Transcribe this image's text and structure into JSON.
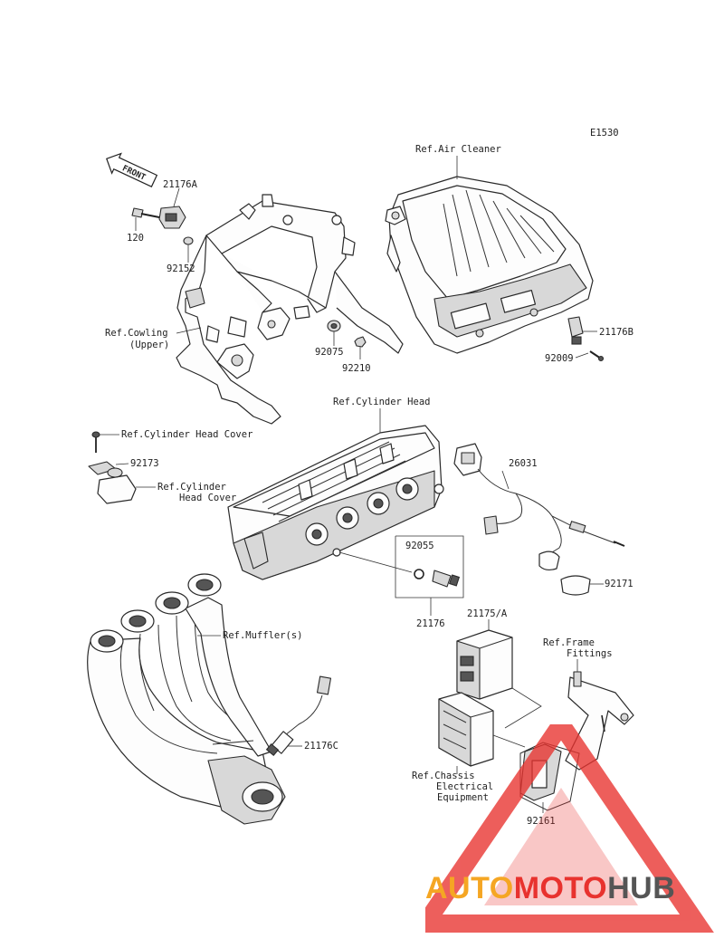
{
  "diagram": {
    "code": "E1530",
    "front_badge": "FRONT",
    "labels": {
      "ref_air_cleaner": "Ref.Air Cleaner",
      "p21176A": "21176A",
      "p120": "120",
      "p92152": "92152",
      "ref_cowling_1": "Ref.Cowling",
      "ref_cowling_2": "(Upper)",
      "p92075": "92075",
      "p92210": "92210",
      "p21176B": "21176B",
      "p92009": "92009",
      "ref_cyl_head": "Ref.Cylinder Head",
      "ref_cyl_head_cover_1": "Ref.Cylinder Head Cover",
      "p92173": "92173",
      "ref_cyl_head_cover_2a": "Ref.Cylinder",
      "ref_cyl_head_cover_2b": "Head Cover",
      "p26031": "26031",
      "p92055": "92055",
      "p92171": "92171",
      "p21176": "21176",
      "p21175A": "21175/A",
      "ref_mufflers": "Ref.Muffler(s)",
      "ref_frame_1": "Ref.Frame",
      "ref_frame_2": "Fittings",
      "p21176C": "21176C",
      "ref_chassis_1": "Ref.Chassis",
      "ref_chassis_2": "Electrical",
      "ref_chassis_3": "Equipment",
      "p92161": "92161"
    }
  },
  "watermark": {
    "part1": "AUTO",
    "part2": "MOTO",
    "part3": "HUB",
    "color1": "#f5a623",
    "color2": "#e8322e",
    "color3": "#555555"
  }
}
